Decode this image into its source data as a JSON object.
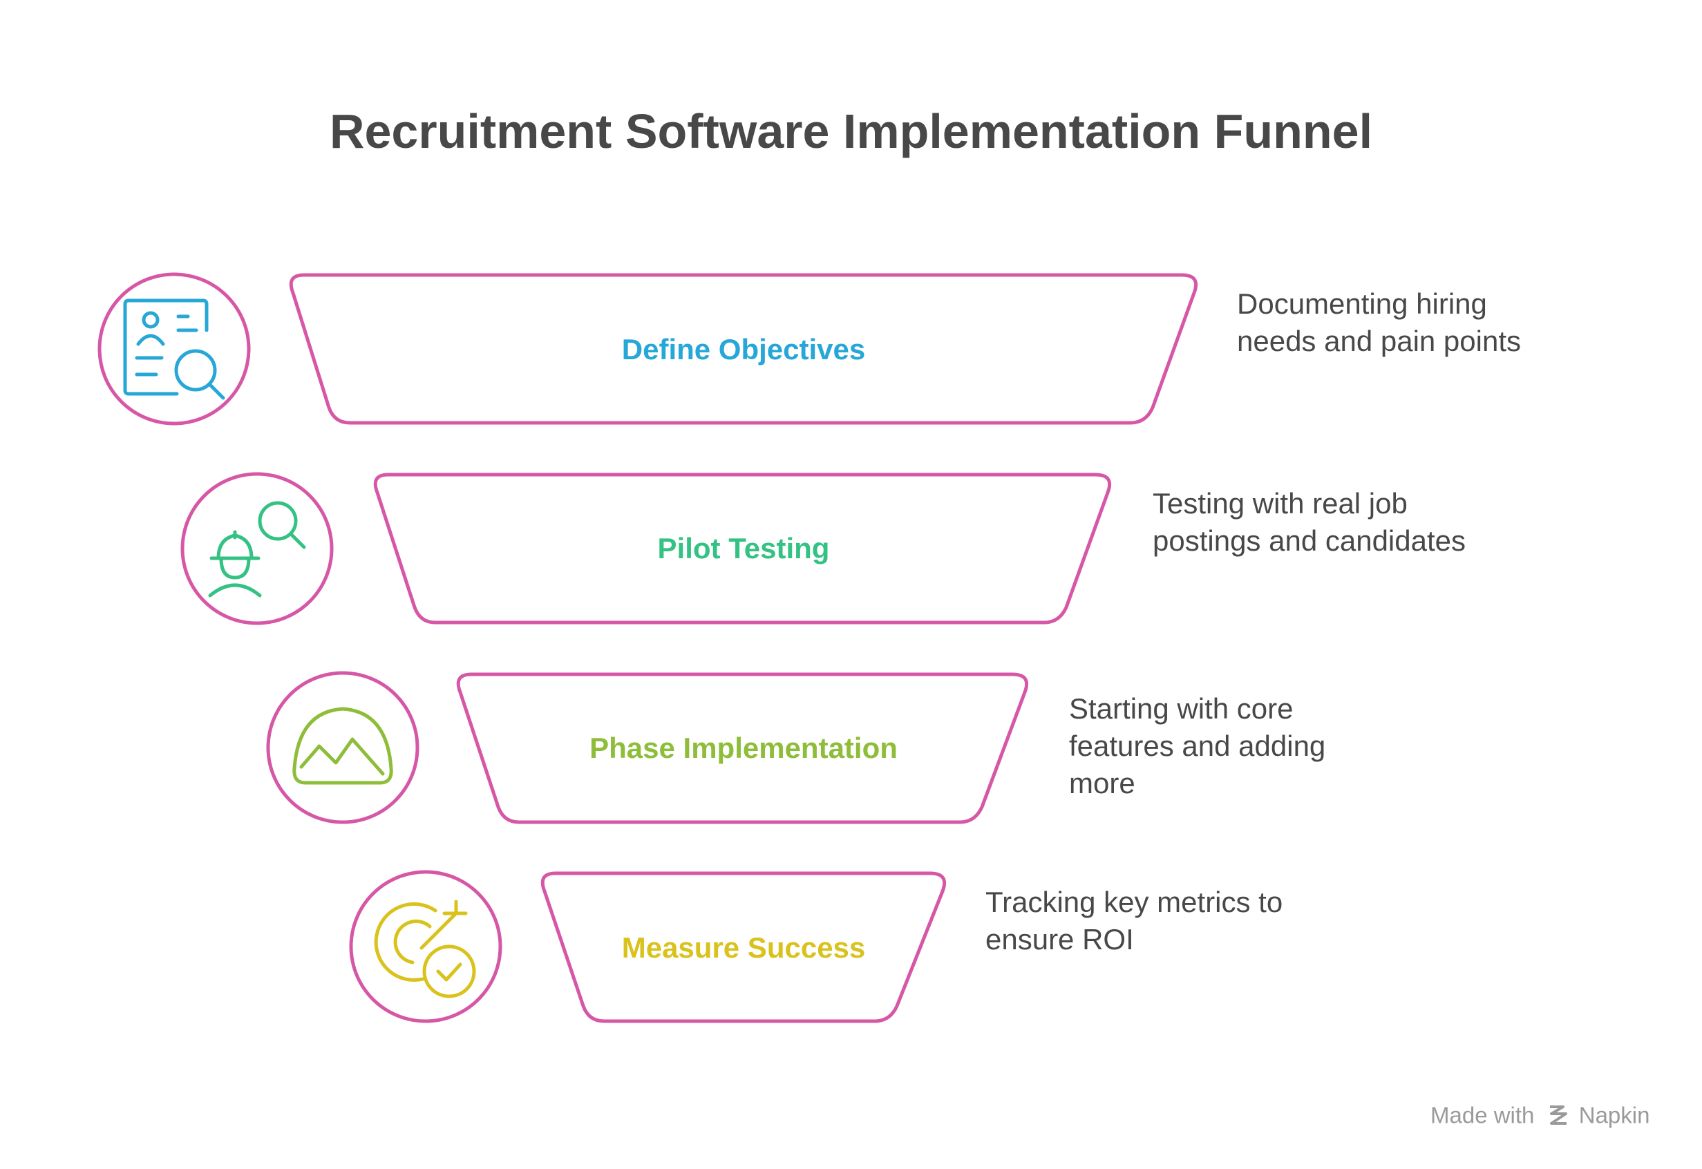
{
  "title": "Recruitment Software Implementation Funnel",
  "colors": {
    "outline": "#D657A6",
    "text": "#484848",
    "footer": "#9A9A9A"
  },
  "stages": [
    {
      "label": "Define Objectives",
      "color": "#26A7D8",
      "icon": "candidate-profile-search-icon",
      "description": [
        "Documenting hiring",
        "needs and pain points"
      ]
    },
    {
      "label": "Pilot Testing",
      "color": "#33C283",
      "icon": "worker-search-icon",
      "description": [
        "Testing with real job",
        "postings and candidates"
      ]
    },
    {
      "label": "Phase Implementation",
      "color": "#8EBD3A",
      "icon": "mountain-dome-icon",
      "description": [
        "Starting with core",
        "features and adding",
        "more"
      ]
    },
    {
      "label": "Measure Success",
      "color": "#D9C21B",
      "icon": "target-check-icon",
      "description": [
        "Tracking key metrics to",
        "ensure ROI"
      ]
    }
  ],
  "footer": {
    "prefix": "Made with",
    "brand": "Napkin",
    "icon": "napkin-logo-icon"
  }
}
